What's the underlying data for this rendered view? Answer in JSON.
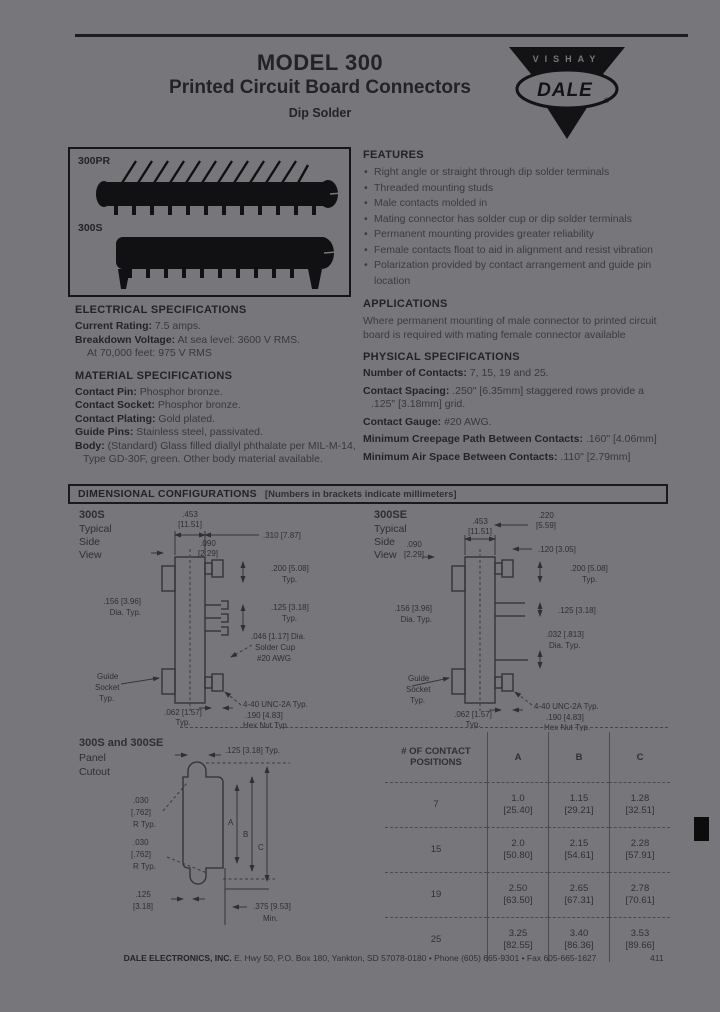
{
  "header": {
    "title_line1": "MODEL 300",
    "title_line2": "Printed Circuit Board Connectors",
    "subtitle": "Dip Solder"
  },
  "logo": {
    "brand": "VISHAY",
    "name": "DALE",
    "registered": "®"
  },
  "photos": {
    "label_top": "300PR",
    "label_bottom": "300S"
  },
  "electrical": {
    "heading": "ELECTRICAL SPECIFICATIONS",
    "current_label": "Current Rating:",
    "current_value": "7.5 amps.",
    "breakdown_label": "Breakdown Voltage:",
    "breakdown_value1": "At sea level: 3600 V RMS.",
    "breakdown_value2": "At 70,000 feet: 975 V RMS"
  },
  "material": {
    "heading": "MATERIAL SPECIFICATIONS",
    "rows": [
      {
        "label": "Contact Pin:",
        "value": "Phosphor bronze."
      },
      {
        "label": "Contact Socket:",
        "value": "Phosphor bronze."
      },
      {
        "label": "Contact Plating:",
        "value": "Gold plated."
      },
      {
        "label": "Guide Pins:",
        "value": "Stainless steel, passivated."
      },
      {
        "label": "Body:",
        "value": "(Standard) Glass filled diallyl phthalate per MIL-M-14, Type GD-30F, green. Other body material available."
      }
    ]
  },
  "features": {
    "heading": "FEATURES",
    "items": [
      "Right angle or straight through dip solder terminals",
      "Threaded mounting studs",
      "Male contacts molded in",
      "Mating connector has solder cup or dip solder terminals",
      "Permanent mounting provides greater reliability",
      "Female contacts float to aid in alignment and resist vibration",
      "Polarization provided by contact arrangement and guide pin location"
    ]
  },
  "applications": {
    "heading": "APPLICATIONS",
    "body": "Where permanent mounting of male connector to printed circuit board is required with mating female connector available"
  },
  "physical": {
    "heading": "PHYSICAL SPECIFICATIONS",
    "rows": [
      {
        "label": "Number of Contacts:",
        "value": "7, 15, 19 and 25."
      },
      {
        "label": "Contact Spacing:",
        "value": ".250\" [6.35mm] staggered rows provide a .125\" [3.18mm] grid."
      },
      {
        "label": "Contact Gauge:",
        "value": "#20 AWG."
      },
      {
        "label": "Minimum Creepage Path Between Contacts:",
        "value": ".160\" [4.06mm]"
      },
      {
        "label": "Minimum Air Space Between Contacts:",
        "value": ".110\" [2.79mm]"
      }
    ]
  },
  "dimensional": {
    "bar_title": "DIMENSIONAL CONFIGURATIONS",
    "bar_note": "[Numbers in brackets indicate millimeters]",
    "view300s": {
      "title": "300S",
      "sub1": "Typical",
      "sub2": "Side",
      "sub3": "View",
      "d453": ".453",
      "d453mm": "[11.51]",
      "d310": ".310 [7.87]",
      "d090": ".090",
      "d090mm": "[2.29]",
      "d200": ".200 [5.08]",
      "d200typ": "Typ.",
      "d125": ".125 [3.18]",
      "d125typ": "Typ.",
      "d156": ".156 [3.96]",
      "d156typ": "Dia. Typ.",
      "solder1": ".046 [1.17] Dia.",
      "solder2": "Solder Cup",
      "solder3": "#20 AWG",
      "guide1": "Guide",
      "guide2": "Socket",
      "guide3": "Typ.",
      "d062": ".062 [1.57]",
      "d062typ": "Typ.",
      "thread": "4-40 UNC-2A Typ.",
      "hex1": ".190 [4.83]",
      "hex2": "Hex Nut Typ."
    },
    "view300se": {
      "title": "300SE",
      "sub1": "Typical",
      "sub2": "Side",
      "sub3": "View",
      "d453": ".453",
      "d453mm": "[11.51]",
      "d220": ".220",
      "d220mm": "[5.59]",
      "d090": ".090",
      "d090mm": "[2.29]",
      "d120": ".120 [3.05]",
      "d200": ".200 [5.08]",
      "d200typ": "Typ.",
      "d125": ".125 [3.18]",
      "d156": ".156 [3.96]",
      "d156typ": "Dia. Typ.",
      "d032": ".032 [.813]",
      "d032typ": "Dia. Typ.",
      "guide1": "Guide",
      "guide2": "Socket",
      "guide3": "Typ.",
      "d062": ".062 [1.57]",
      "d062typ": "Typ.",
      "thread": "4-40 UNC-2A Typ.",
      "hex1": ".190 [4.83]",
      "hex2": "Hex Nut Typ."
    },
    "panel": {
      "title": "300S and 300SE",
      "sub1": "Panel",
      "sub2": "Cutout",
      "top": ".125 [3.18] Typ.",
      "r1a": ".030",
      "r1b": "[.762]",
      "r1c": "R Typ.",
      "r2a": ".030",
      "r2b": "[.762]",
      "r2c": "R Typ.",
      "bot1": ".125",
      "bot2": "[3.18]",
      "min1": ".375 [9.53]",
      "min2": "Min.",
      "a": "A",
      "b": "B",
      "c": "C"
    },
    "table": {
      "header_line1": "# OF CONTACT",
      "header_line2": "POSITIONS",
      "col_a": "A",
      "col_b": "B",
      "col_c": "C",
      "rows": [
        {
          "positions": "7",
          "a_in": "1.0",
          "a_mm": "[25.40]",
          "b_in": "1.15",
          "b_mm": "[29.21]",
          "c_in": "1.28",
          "c_mm": "[32.51]"
        },
        {
          "positions": "15",
          "a_in": "2.0",
          "a_mm": "[50.80]",
          "b_in": "2.15",
          "b_mm": "[54.61]",
          "c_in": "2.28",
          "c_mm": "[57.91]"
        },
        {
          "positions": "19",
          "a_in": "2.50",
          "a_mm": "[63.50]",
          "b_in": "2.65",
          "b_mm": "[67.31]",
          "c_in": "2.78",
          "c_mm": "[70.61]"
        },
        {
          "positions": "25",
          "a_in": "3.25",
          "a_mm": "[82.55]",
          "b_in": "3.40",
          "b_mm": "[86.36]",
          "c_in": "3.53",
          "c_mm": "[89.66]"
        }
      ]
    }
  },
  "footer": {
    "company": "DALE ELECTRONICS, INC.",
    "address": "E. Hwy 50, P.O. Box 180, Yankton, SD 57078-0180 • Phone (605) 665-9301 • Fax 605-665-1627",
    "page": "411"
  }
}
